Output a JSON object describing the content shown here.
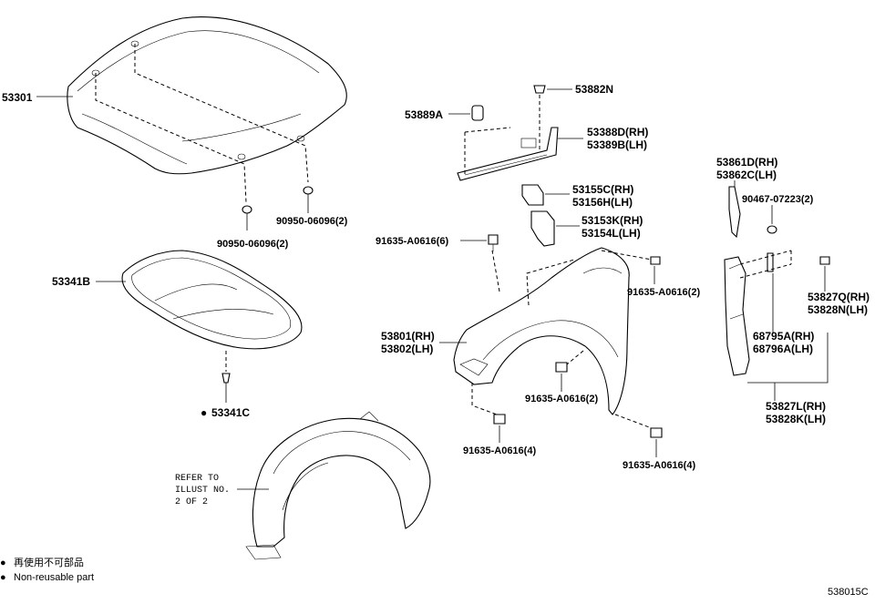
{
  "parts": {
    "hood": "53301",
    "hood_clip_left": "90950-06096(2)",
    "hood_clip_right": "90950-06096(2)",
    "hood_insulator": "53341B",
    "insulator_clip": "53341C",
    "cushion": "53889A",
    "clip_top": "53882N",
    "seal_rh": "53388D(RH)",
    "seal_lh": "53389B(LH)",
    "bracket_rh": "53155C(RH)",
    "bracket_lh": "53156H(LH)",
    "bracket2_rh": "53153K(RH)",
    "bracket2_lh": "53154L(LH)",
    "bolt_left_top": "91635-A0616(6)",
    "bolt_right_top": "91635-A0616(2)",
    "fender_rh": "53801(RH)",
    "fender_lh": "53802(LH)",
    "bolt_mid": "91635-A0616(2)",
    "bolt_bottom_left": "91635-A0616(4)",
    "bolt_bottom_right": "91635-A0616(4)",
    "protector_rh": "53861D(RH)",
    "protector_lh": "53862C(LH)",
    "clip_small": "90467-07223(2)",
    "seal_fender_rh": "53827Q(RH)",
    "seal_fender_lh": "53828N(LH)",
    "pad_rh": "68795A(RH)",
    "pad_lh": "68796A(LH)",
    "seal_assy_rh": "53827L(RH)",
    "seal_assy_lh": "53828K(LH)"
  },
  "refer_note": {
    "line1": "REFER TO",
    "line2": "ILLUST NO.",
    "line3": "2 OF 2"
  },
  "legend": {
    "bullet": "●",
    "jp": "再使用不可部品",
    "en": "Non-reusable part"
  },
  "illustration_id": "538015C"
}
